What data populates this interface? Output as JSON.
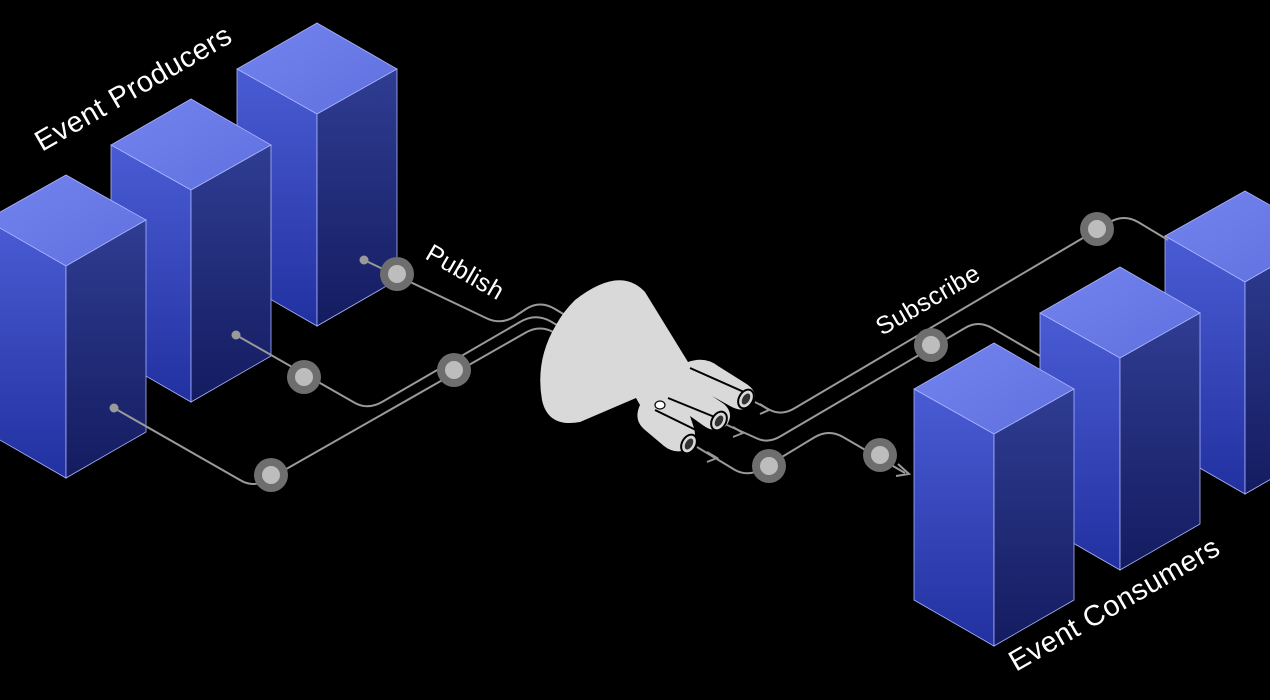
{
  "labels": {
    "producers": "Event Producers",
    "publish": "Publish",
    "subscribe": "Subscribe",
    "consumers": "Event Consumers"
  },
  "colors": {
    "background": "#000000",
    "block_top": "#6b7ce8",
    "block_front_top": "#4557cf",
    "block_front_bottom": "#2433a0",
    "block_side_top": "#2d3b8f",
    "block_side_bottom": "#161f66",
    "funnel": "#d9d9d9",
    "wire": "#9a9a9a",
    "node_ring": "#6e6e6e",
    "node_core": "#bdbdbd"
  },
  "icons": {
    "broker": "funnel-icon",
    "event_node": "event-node-icon",
    "arrow": "arrow-head-icon"
  }
}
